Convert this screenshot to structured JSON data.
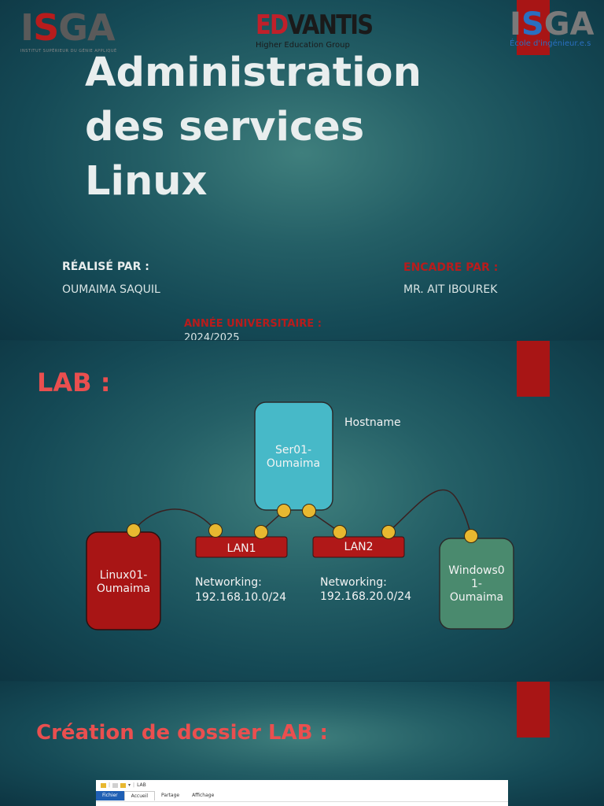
{
  "slide1": {
    "logo_left": {
      "text_a": "I",
      "text_s": "S",
      "text_b": "GA",
      "tagline": "INSTITUT SUPÉRIEUR DU GÉNIE APPLIQUÉ"
    },
    "logo_center": {
      "ed": "ED",
      "vantis": "VANTIS",
      "sub": "Higher Education Group"
    },
    "logo_right": {
      "text_a": "I",
      "text_s": "S",
      "text_b": "GA",
      "sub": "École d'ingénieur.e.s"
    },
    "title_lines": [
      "Administration",
      "des services",
      "Linux"
    ],
    "realise_label": "RÉALISÉ PAR :",
    "realise_value": "OUMAIMA SAQUIL",
    "encadre_label": "ENCADRE PAR :",
    "encadre_value": "MR. AIT IBOUREK",
    "annee_label": "ANNÉE UNIVERSITAIRE :",
    "annee_value": "2024/2025"
  },
  "slide2": {
    "heading": "LAB :",
    "diagram": {
      "server_lines": [
        "Ser01-",
        "Oumaima"
      ],
      "hostname_label": "Hostname",
      "lan1": "LAN1",
      "lan2": "LAN2",
      "linux_lines": [
        "Linux01-",
        "Oumaima"
      ],
      "windows_lines": [
        "Windows0",
        "1-",
        "Oumaima"
      ],
      "net1_lines": [
        "Networking:",
        "192.168.10.0/24"
      ],
      "net2_lines": [
        "Networking:",
        "192.168.20.0/24"
      ]
    }
  },
  "slide3": {
    "heading": "Création de dossier LAB :",
    "explorer": {
      "path": "LAB",
      "tabs": [
        "Fichier",
        "Accueil",
        "Partage",
        "Affichage"
      ]
    }
  },
  "colors": {
    "accent_red": "#a81515",
    "heading_red": "#ea4f4f",
    "server_teal": "#47b9c8",
    "windows_green": "#4a8a6e",
    "connector_gold": "#e8b830"
  }
}
